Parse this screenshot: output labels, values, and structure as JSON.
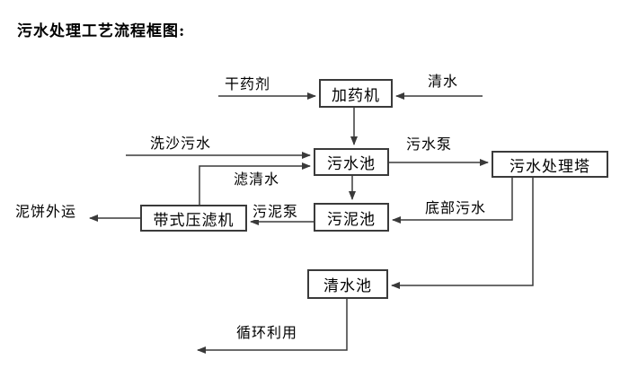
{
  "title": "污水处理工艺流程框图:",
  "nodes": {
    "dosing_machine": "加药机",
    "sewage_pool": "污水池",
    "treatment_tower": "污水处理塔",
    "sludge_pool": "污泥池",
    "belt_filter_press": "带式压滤机",
    "clean_water_pool": "清水池"
  },
  "flow_labels": {
    "dry_agent": "干药剂",
    "clean_water": "清水",
    "sand_washing_sewage": "洗沙污水",
    "filtered_water": "滤清水",
    "sewage_pump": "污水泵",
    "sludge_pump": "污泥泵",
    "bottom_sewage": "底部污水",
    "mud_cake_out": "泥饼外运",
    "recycle_use": "循环利用"
  },
  "colors": {
    "line": "#3a3a3a",
    "box_border": "#3a3a3a",
    "background": "#ffffff",
    "text": "#000000"
  }
}
